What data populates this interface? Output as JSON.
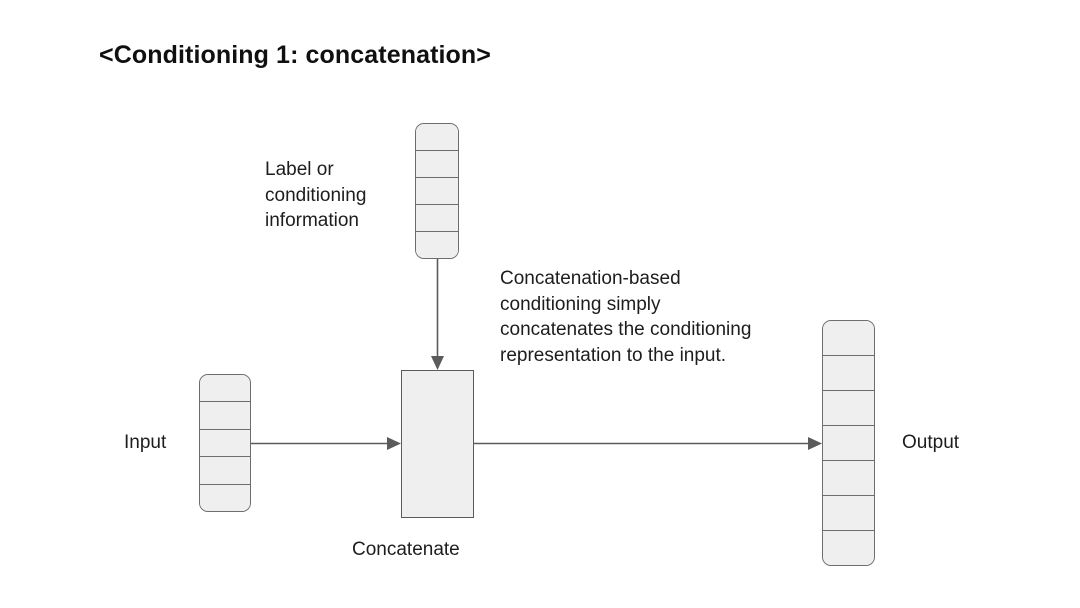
{
  "slide": {
    "title": "<Conditioning 1: concatenation>",
    "background_color": "#ffffff"
  },
  "diagram": {
    "type": "flow-diagram",
    "accent_color": "#5b5b5b",
    "node_fill_color": "#efefef",
    "node_stroke_color": "#6d6d6d",
    "nodes": [
      {
        "id": "conditioning-vector",
        "kind": "segmented-vector",
        "segments": 5,
        "orientation": "vertical",
        "label": "Label or\nconditioning\ninformation",
        "label_position": "left"
      },
      {
        "id": "input-vector",
        "kind": "segmented-vector",
        "segments": 5,
        "orientation": "vertical",
        "label": "Input",
        "label_position": "left"
      },
      {
        "id": "concatenate-block",
        "kind": "process-box",
        "label": "Concatenate",
        "label_position": "below"
      },
      {
        "id": "output-vector",
        "kind": "segmented-vector",
        "segments": 7,
        "orientation": "vertical",
        "label": "Output",
        "label_position": "right"
      }
    ],
    "edges": [
      {
        "id": "edge-conditioning-to-concatenate",
        "from": "conditioning-vector",
        "to": "concatenate-block",
        "direction": "down",
        "arrowhead": true
      },
      {
        "id": "edge-input-to-concatenate",
        "from": "input-vector",
        "to": "concatenate-block",
        "direction": "right",
        "arrowhead": true
      },
      {
        "id": "edge-concatenate-to-output",
        "from": "concatenate-block",
        "to": "output-vector",
        "direction": "right",
        "arrowhead": true
      }
    ],
    "annotation": "Concatenation-based\nconditioning simply\nconcatenates the conditioning\nrepresentation to the input."
  }
}
